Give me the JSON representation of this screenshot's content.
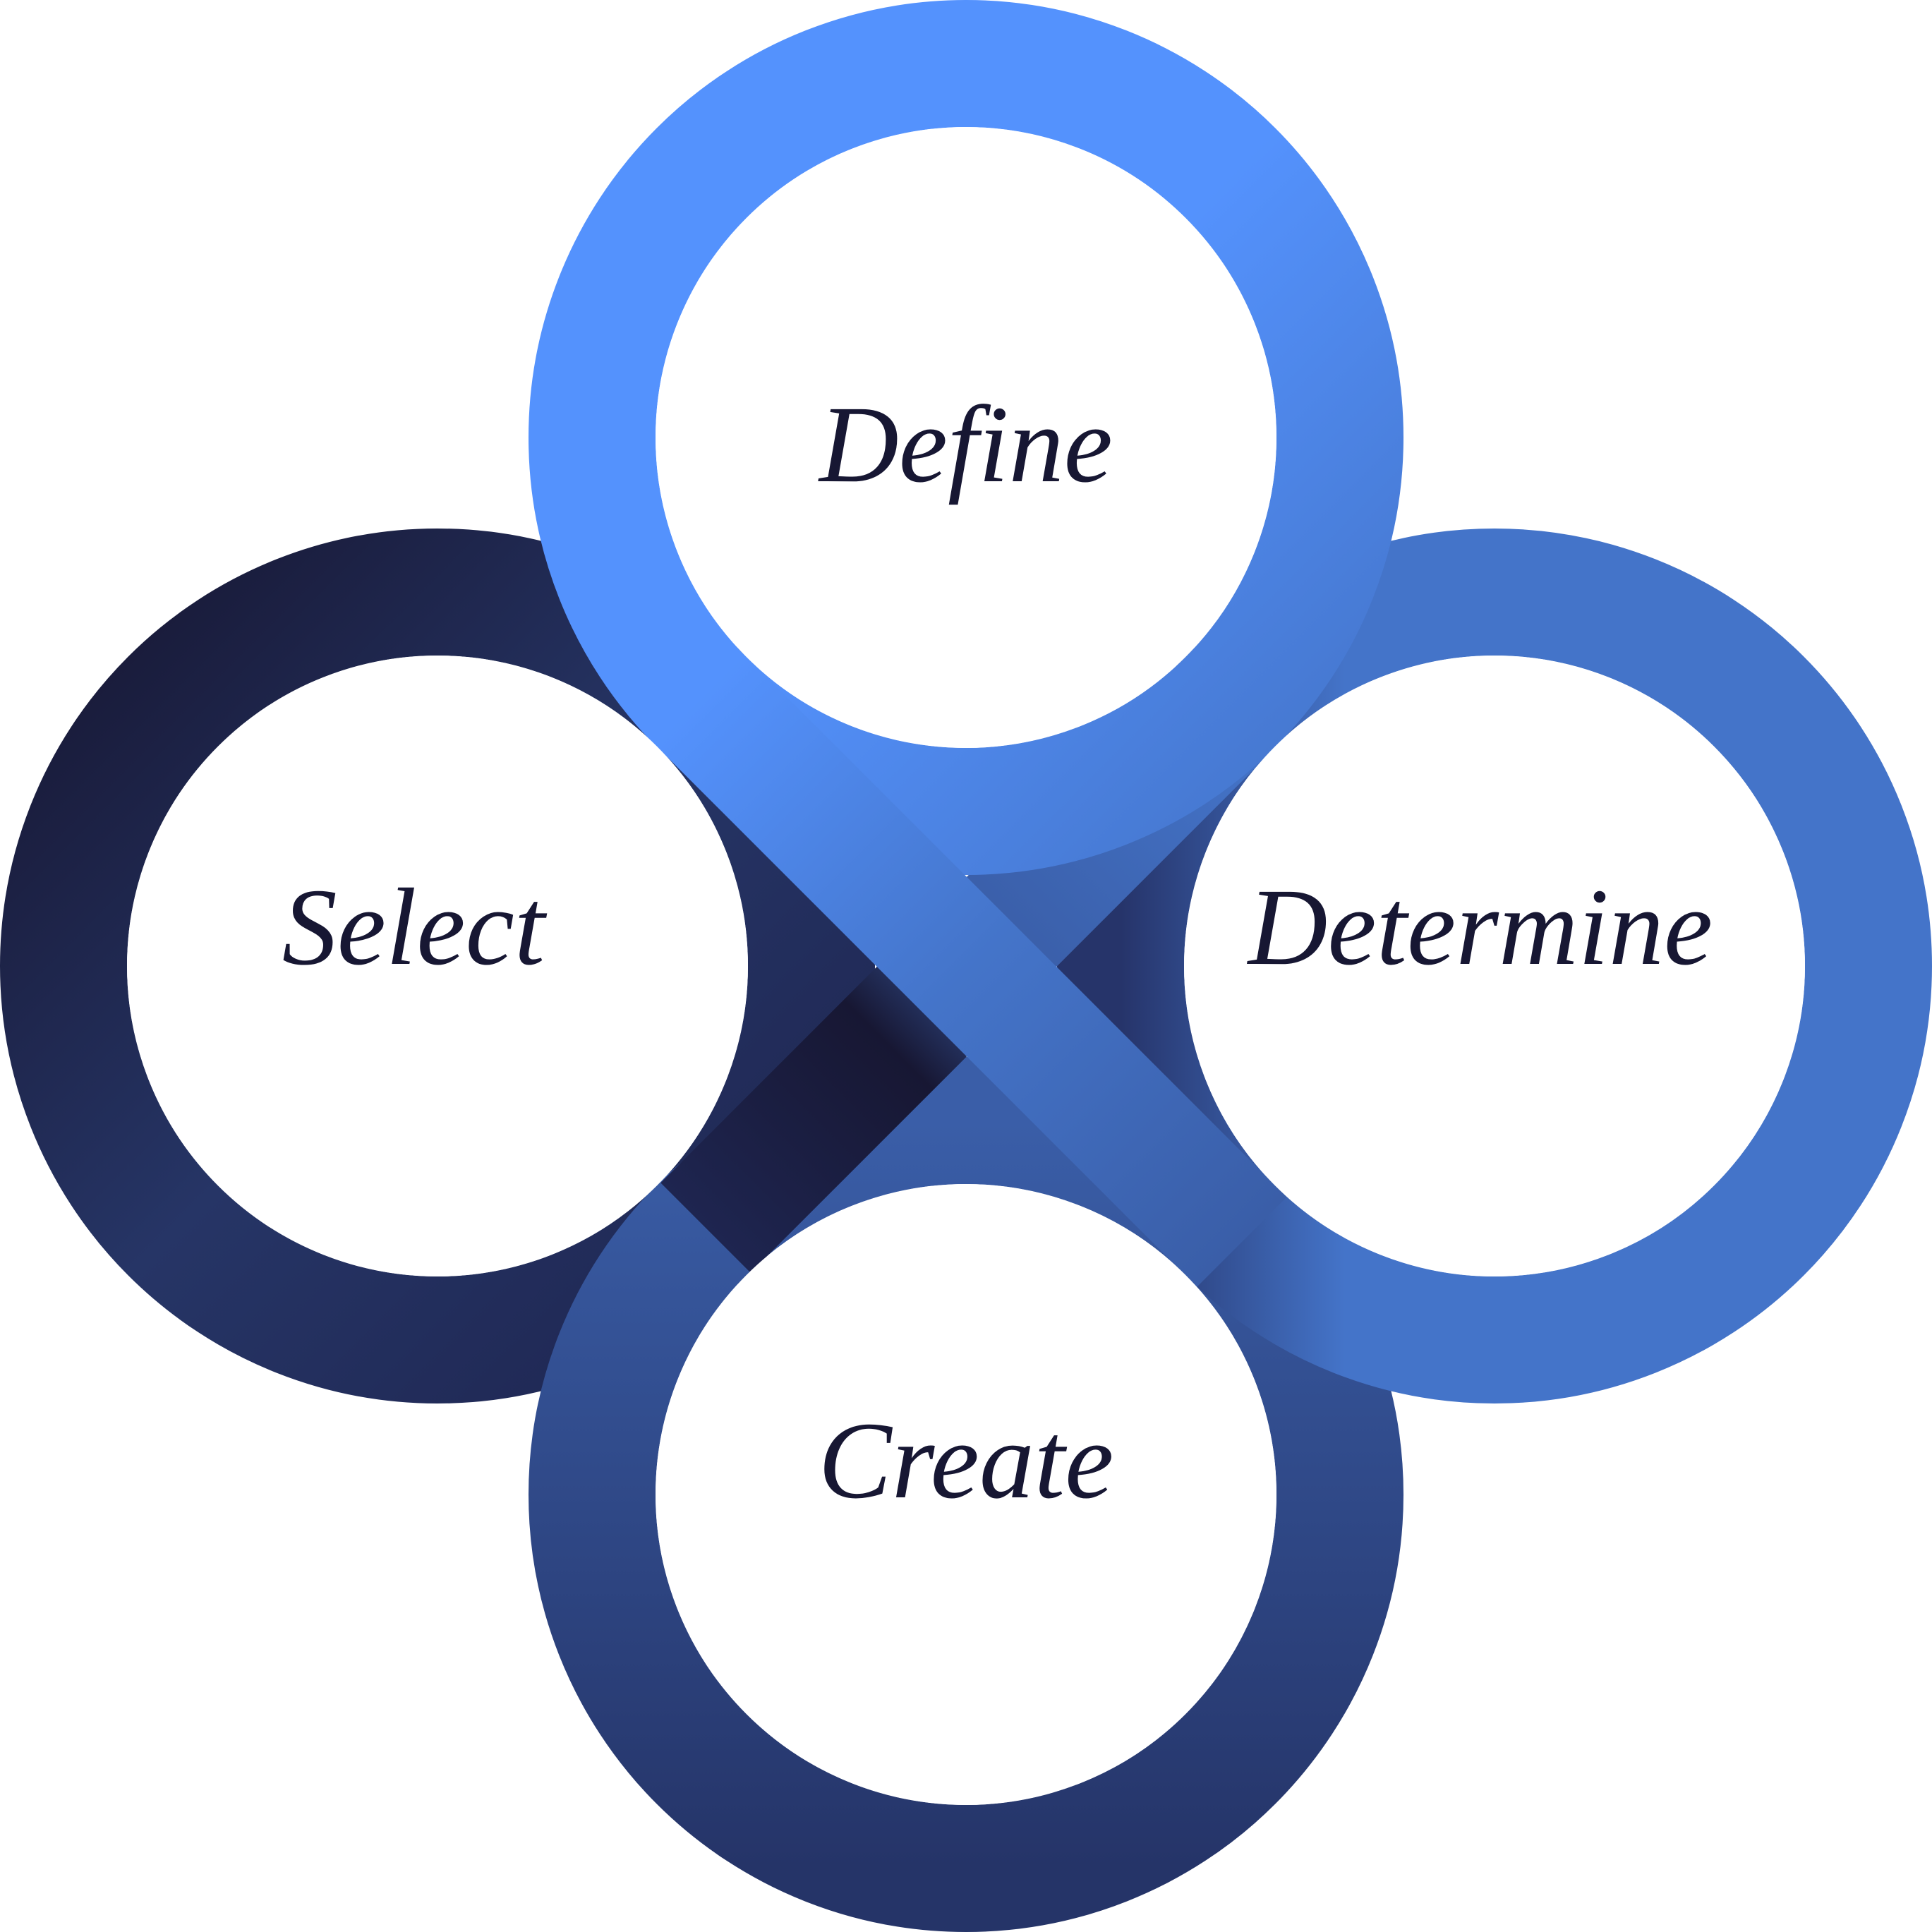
{
  "diagram": {
    "petals": {
      "top": "Define",
      "left": "Select",
      "right": "Determine",
      "bottom": "Create"
    },
    "colors": {
      "light_blue": "#5492fd",
      "mid_blue": "#4474c9",
      "steel_blue": "#3a5ea8",
      "navy": "#263566",
      "dark_navy": "#171733",
      "label": "#171733",
      "background": "#ffffff"
    }
  }
}
